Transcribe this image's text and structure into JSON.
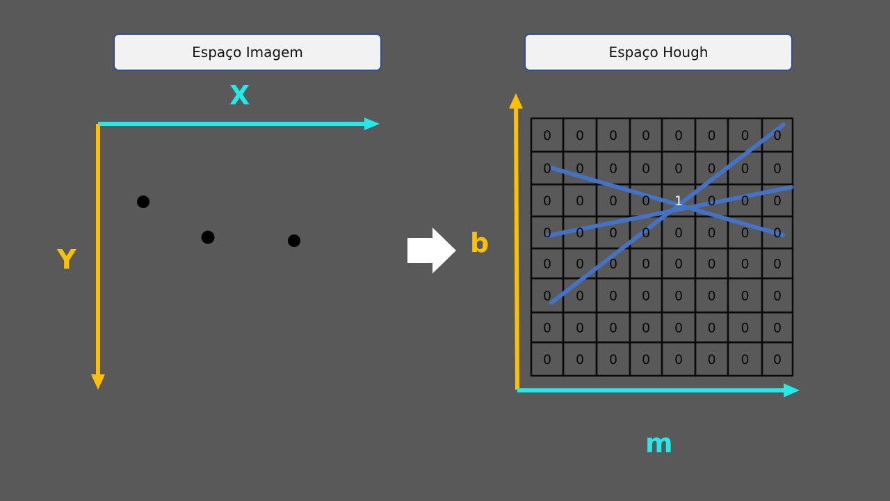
{
  "left_panel": {
    "title": "Espaço Imagem",
    "x_axis_label": "X",
    "y_axis_label": "Y"
  },
  "right_panel": {
    "title": "Espaço Hough",
    "x_axis_label": "m",
    "y_axis_label": "b"
  },
  "accumulator": [
    [
      "0",
      "0",
      "0",
      "0",
      "0",
      "0",
      "0",
      "0"
    ],
    [
      "0",
      "0",
      "0",
      "0",
      "0",
      "0",
      "0",
      "0"
    ],
    [
      "0",
      "0",
      "0",
      "0",
      "1",
      "0",
      "0",
      "0"
    ],
    [
      "0",
      "0",
      "0",
      "0",
      "0",
      "0",
      "0",
      "0"
    ],
    [
      "0",
      "0",
      "0",
      "0",
      "0",
      "0",
      "0",
      "0"
    ],
    [
      "0",
      "0",
      "0",
      "0",
      "0",
      "0",
      "0",
      "0"
    ],
    [
      "0",
      "0",
      "0",
      "0",
      "0",
      "0",
      "0",
      "0"
    ],
    [
      "0",
      "0",
      "0",
      "0",
      "0",
      "0",
      "0",
      "0"
    ]
  ],
  "colors": {
    "background": "#595959",
    "x_axis": "#22eaea",
    "y_axis": "#ffc000",
    "hough_lines": "#4472c4",
    "points": "#000000",
    "arrow": "#ffffff"
  }
}
